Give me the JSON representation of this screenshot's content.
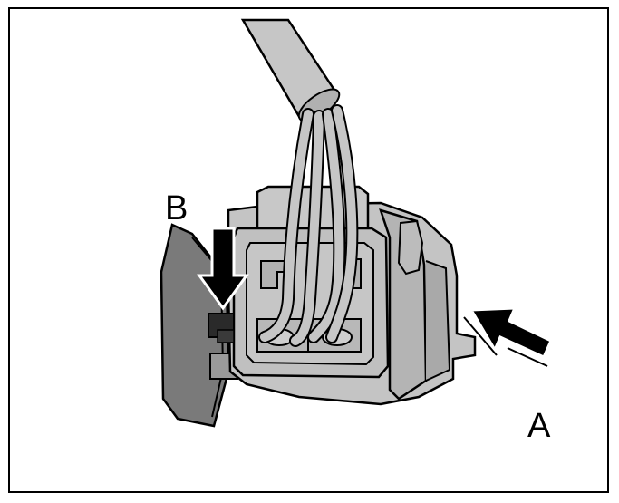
{
  "figure": {
    "labels": {
      "a": "A",
      "b": "B"
    },
    "colors": {
      "frame": "#000000",
      "connector_body": "#c4c4c4",
      "connector_shadow": "#a9a9a9",
      "mating_part": "#7a7a7a",
      "cable": "#c6c6c6",
      "outline": "#000000",
      "arrow_fill": "#000000",
      "background": "#ffffff"
    },
    "icons": {
      "arrow_a": "diagonal-push-arrow",
      "arrow_b": "downward-press-arrow"
    }
  }
}
